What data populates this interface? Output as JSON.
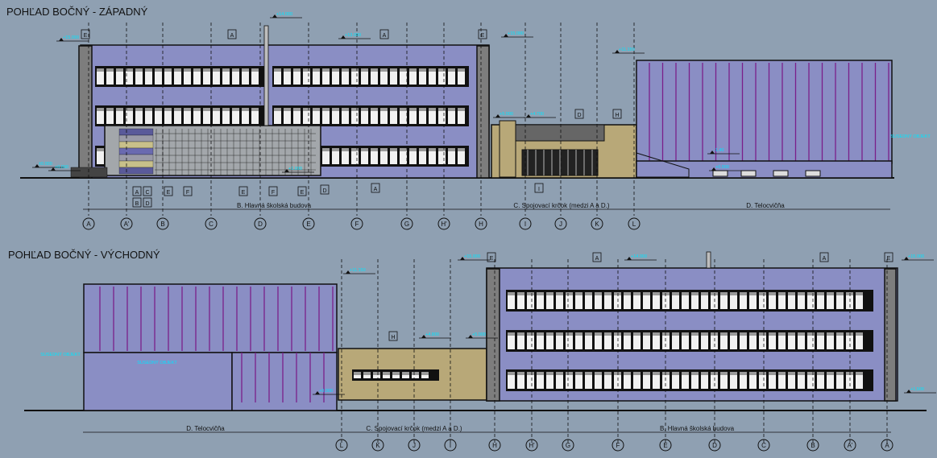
{
  "west": {
    "title": "POHĽAD BOČNÝ - ZÁPADNÝ",
    "section_labels": {
      "B": "B. Hlavná školská budova",
      "C": "C. Spojovací krčok (medzi A a D.)",
      "D": "D. Telocvičňa"
    },
    "grid_axes": [
      "A",
      "A'",
      "B",
      "C",
      "D",
      "E",
      "F",
      "G",
      "H'",
      "H",
      "I",
      "J",
      "K",
      "L"
    ],
    "part_tags": [
      "A",
      "A",
      "E",
      "E",
      "H",
      "D",
      "I",
      "A",
      "E",
      "F",
      "E",
      "F",
      "E",
      "D",
      "A",
      "C",
      "B",
      "D"
    ],
    "levels": [
      "+15.000",
      "+14.000",
      "+13.000",
      "+11.150",
      "+5.000",
      "+4.700",
      "±0.000",
      "+0.000",
      "-1.40",
      "+0.000",
      "+1.000",
      "+15.000"
    ],
    "ground_note": "SUSEDNÝ OBJEKT"
  },
  "east": {
    "title": "POHĽAD BOČNÝ - VÝCHODNÝ",
    "section_labels": {
      "D": "D. Telocvičňa",
      "C": "C. Spojovací krčok (medzi A a D.)",
      "B": "B. Hlavná školská budova"
    },
    "grid_axes": [
      "L",
      "K",
      "J",
      "I",
      "H",
      "H'",
      "G",
      "F",
      "E",
      "D",
      "C",
      "B",
      "A'",
      "A"
    ],
    "part_tags": [
      "E",
      "A",
      "A",
      "E",
      "H"
    ],
    "levels": [
      "+15.000",
      "+11.150",
      "+14.000",
      "+15.000",
      "+5.000",
      "+4.800",
      "+0.000",
      "+1.500"
    ],
    "ground_note": "SUSEDNÝ OBJEKT",
    "ground_note_2": "SUSEDNÝ OBJEKT"
  },
  "colors": {
    "background": "#8fa0b2",
    "facade": "#8a8ec4",
    "connector": "#b8a878",
    "pilaster": "#7d7d7d",
    "glazing": "#a3a7ab",
    "level_marks": "#00e5ff",
    "lines": "#111111"
  }
}
